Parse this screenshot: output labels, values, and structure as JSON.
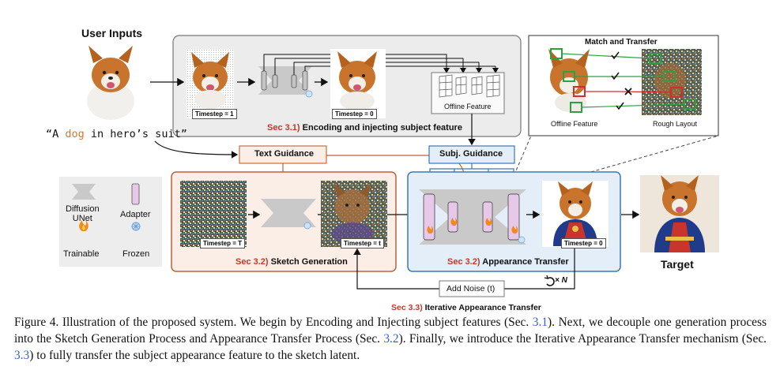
{
  "diagram": {
    "user_inputs_title": "User Inputs",
    "prompt_prefix": "“A ",
    "prompt_keyword": "dog",
    "prompt_suffix": " in hero’s suit”",
    "stage1": {
      "timestep_a": "Timestep = 1",
      "timestep_b": "Timestep = 0",
      "offline_feature": "Offline Feature",
      "sec_num": "Sec 3.1)",
      "sec_title": "Encoding and injecting subject feature"
    },
    "match": {
      "title": "Match and Transfer",
      "left_label": "Offline Feature",
      "right_label": "Rough Layout"
    },
    "text_guidance": "Text Guidance",
    "subj_guidance": "Subj. Guidance",
    "legend": {
      "unet_line1": "Diffusion",
      "unet_line2": "UNet",
      "adapter": "Adapter",
      "trainable": "Trainable",
      "frozen": "Frozen"
    },
    "sketch": {
      "timestep_a": "Timestep = T",
      "timestep_b": "Timestep = t",
      "sec_num": "Sec 3.2)",
      "sec_title": "Sketch Generation"
    },
    "appearance": {
      "timestep": "Timestep = 0",
      "sec_num": "Sec 3.2)",
      "sec_title": "Appearance Transfer"
    },
    "target": "Target",
    "add_noise": "Add Noise (t)",
    "repeat": "× N",
    "iterative": {
      "sec_num": "Sec 3.3)",
      "sec_title": "Iterative Appearance Transfer"
    }
  },
  "caption": {
    "part1": "Figure 4.  Illustration of the proposed system.  We begin by Encoding and Injecting subject features (Sec. ",
    "ref1": "3.1",
    "part2": ").  Next, we decouple one generation process into the Sketch Generation Process and Appearance Transfer Process (Sec. ",
    "ref2": "3.2",
    "part3": ").  Finally, we introduce the Iterative Appearance Transfer mechanism (Sec. ",
    "ref3": "3.3",
    "part4": ") to fully transfer the subject appearance feature to the sketch latent."
  },
  "colors": {
    "stage1_bg": "#ececec",
    "sketch_bg": "#fbeee6",
    "sketch_border": "#c0603a",
    "appear_bg": "#e3eef8",
    "appear_border": "#3a78b5",
    "red_text": "#c0392b",
    "dog_orange": "#d9752b",
    "guidance_orange": "#c9703a",
    "guidance_blue": "#3a78b5"
  }
}
